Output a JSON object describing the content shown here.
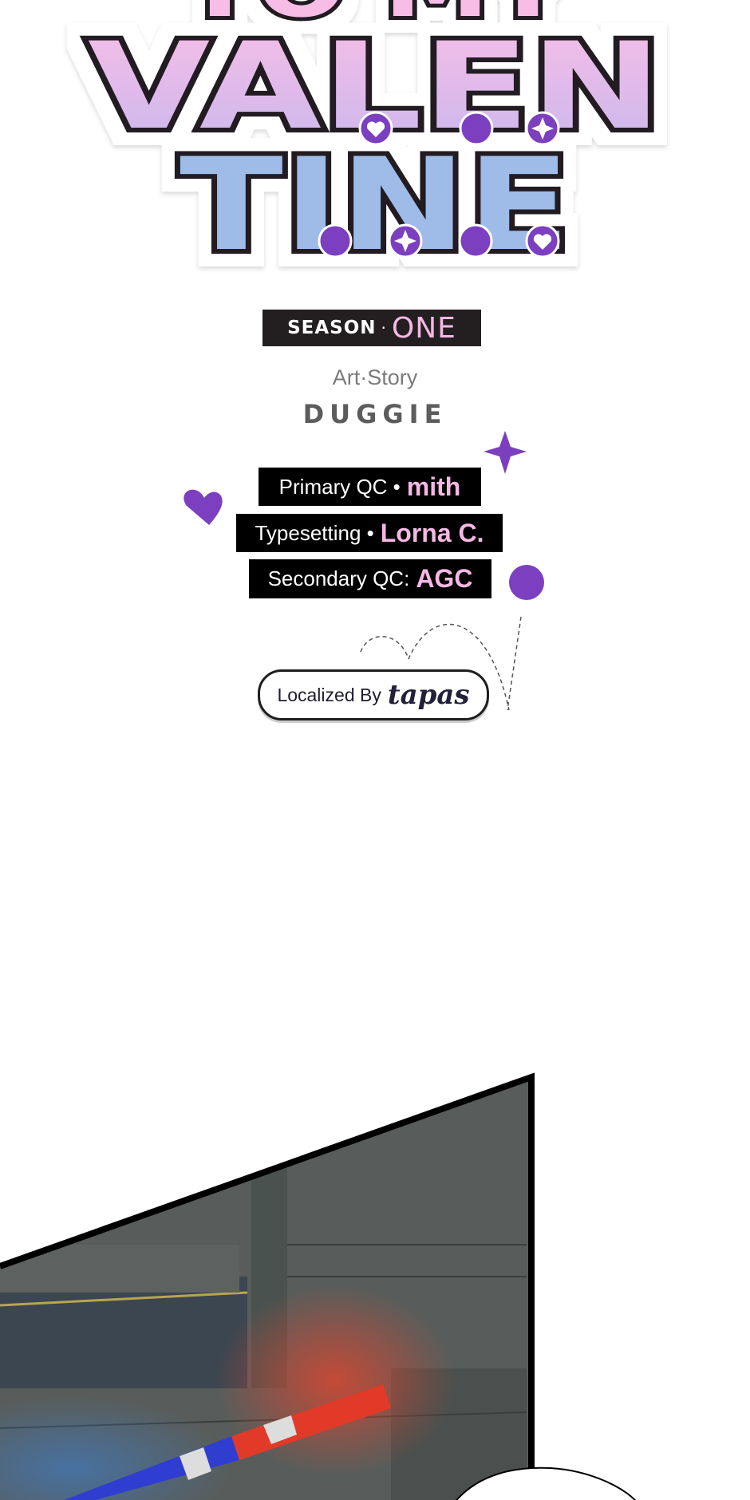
{
  "logo": {
    "line1": "TO MY",
    "line2": "VALEN",
    "line3": "TINE"
  },
  "season": {
    "word": "SEASON",
    "sep": "·",
    "number": "ONE"
  },
  "credits_header": {
    "role": "Art·Story",
    "name": "DUGGIE"
  },
  "credits": [
    {
      "label": "Primary QC •",
      "name": "mith"
    },
    {
      "label": "Typesetting •",
      "name": "Lorna C."
    },
    {
      "label": "Secondary QC:",
      "name": "AGC"
    }
  ],
  "localized": {
    "label": "Localized By",
    "brand": "tapas"
  },
  "colors": {
    "purple": "#7b3fbf",
    "pink": "#f4b8e4",
    "blue": "#9fbbe8",
    "black": "#231f20"
  }
}
